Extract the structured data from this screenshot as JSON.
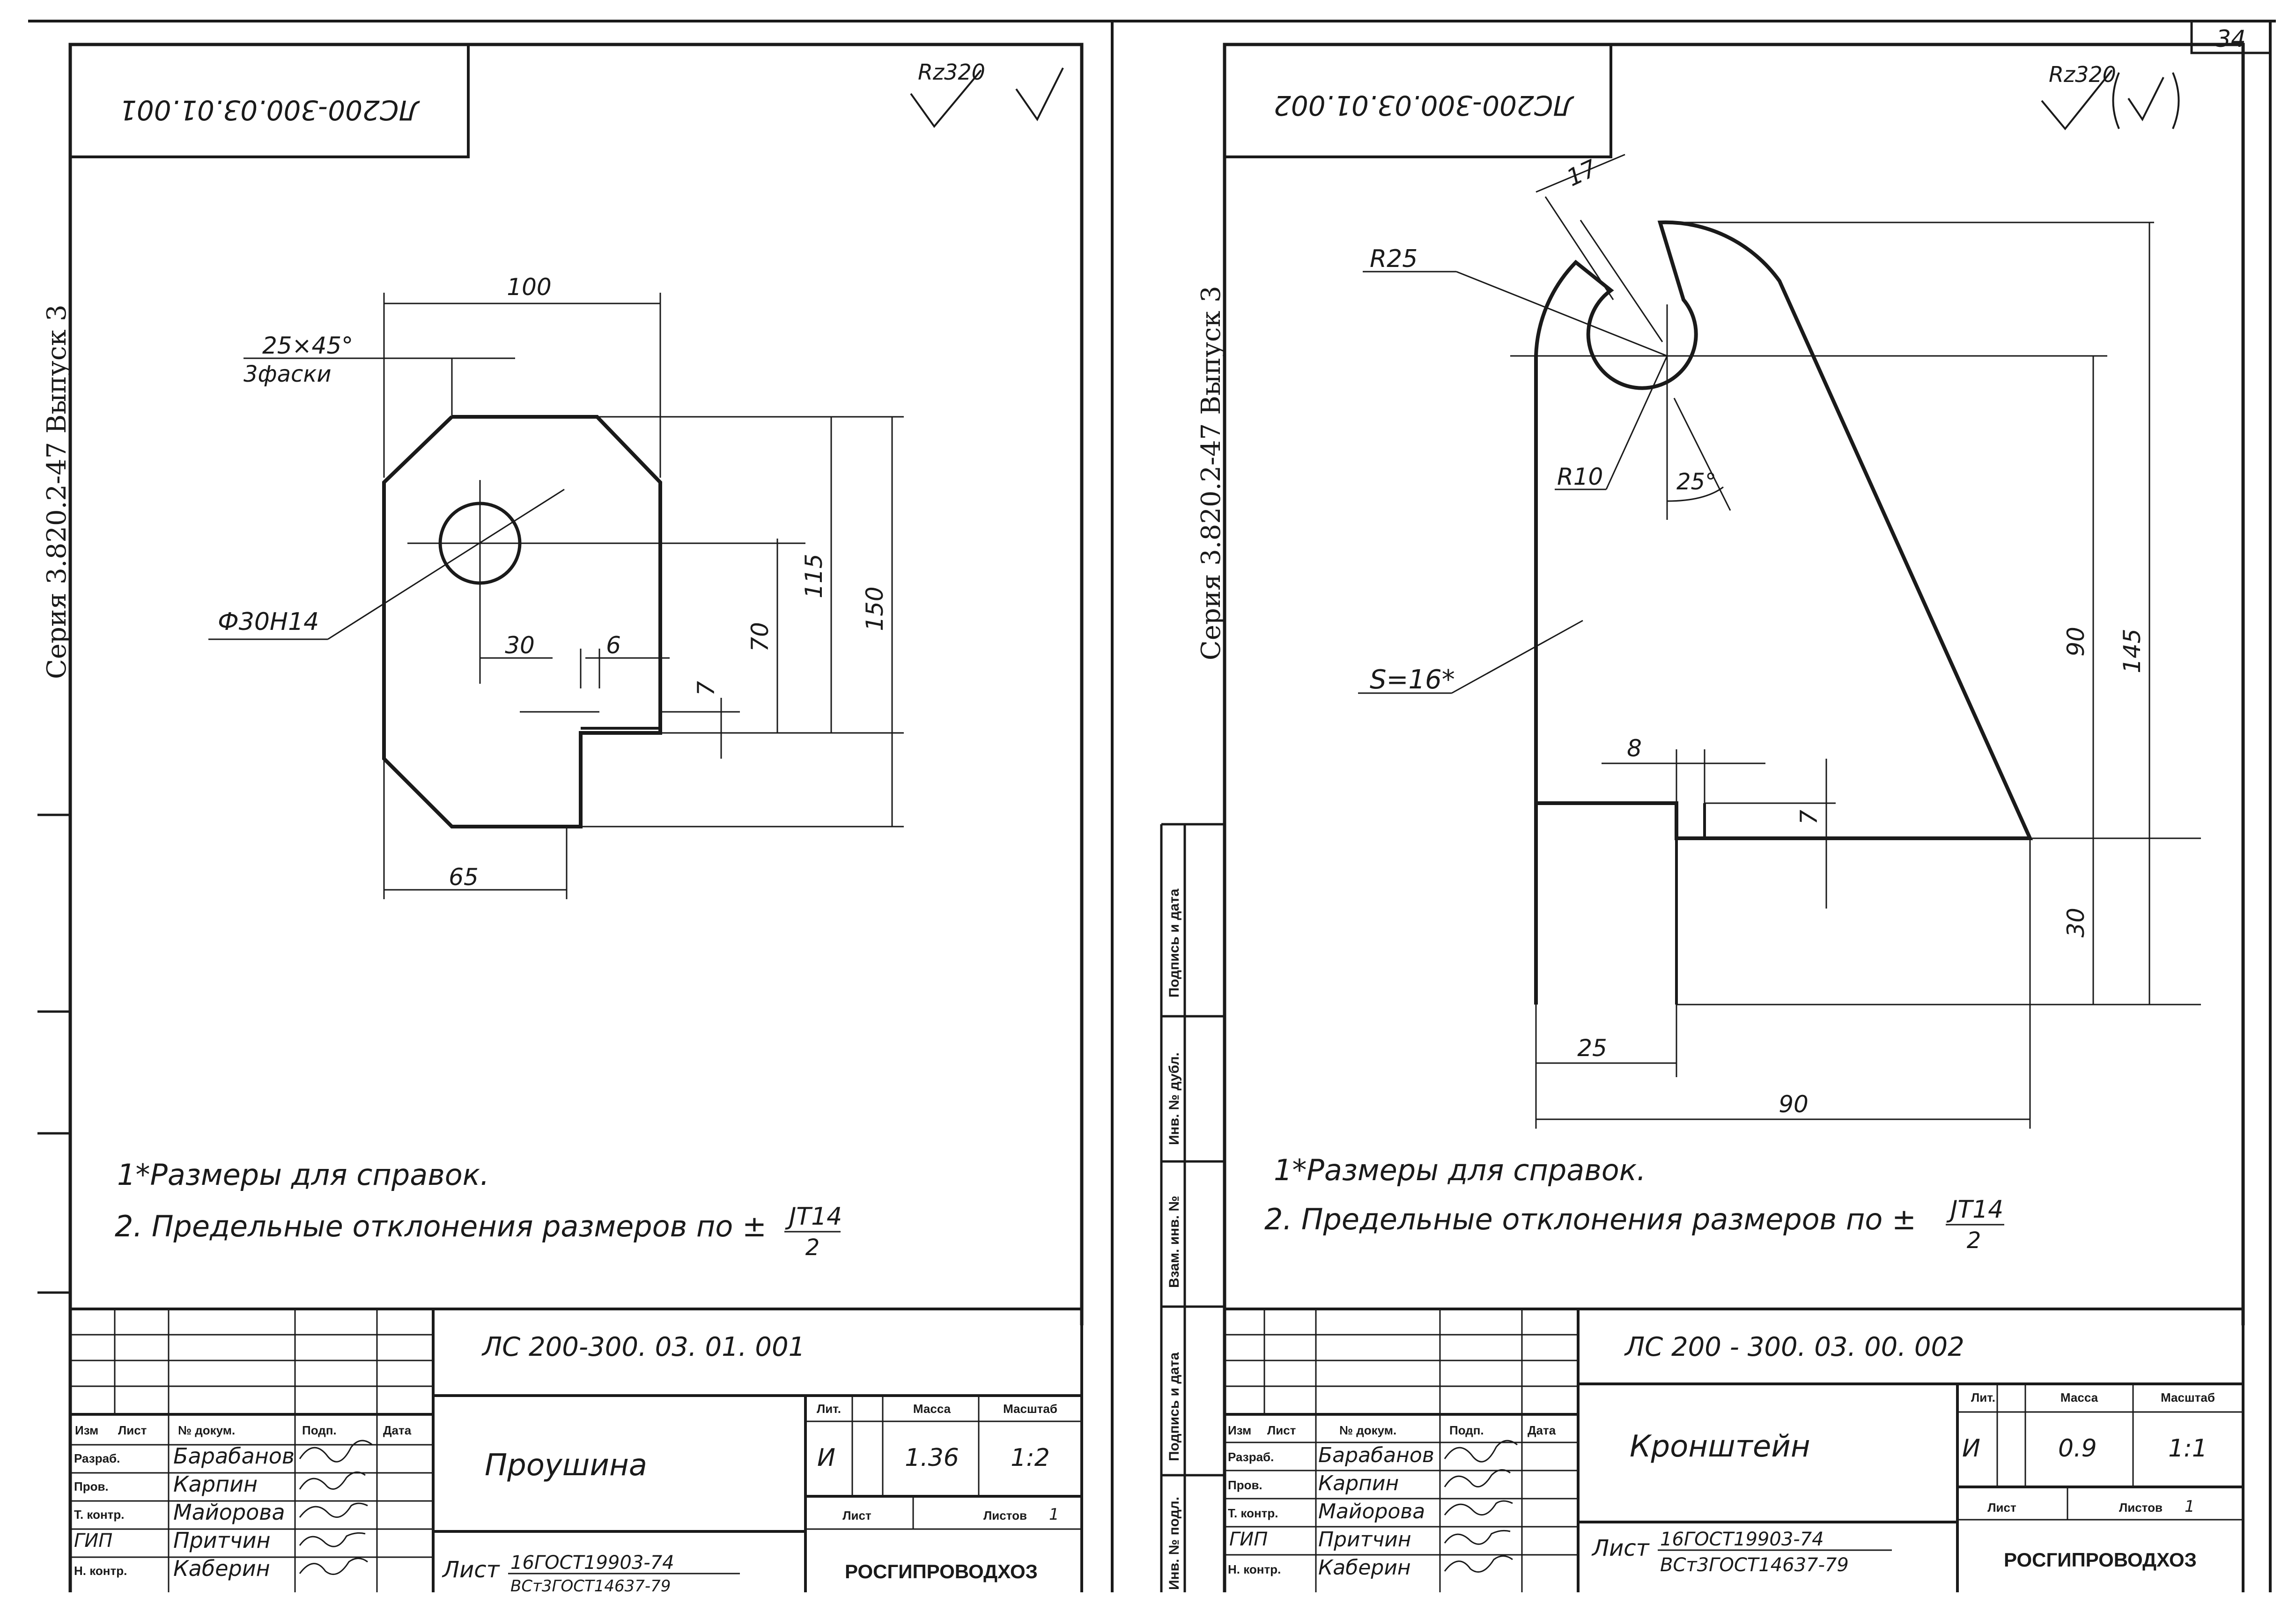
{
  "page_number": "34",
  "side_label": "Серия 3.820.2-47 Выпуск 3",
  "stamp_columns": [
    "Подпись и дата",
    "Инв. № дубл.",
    "Взам. инв. №",
    "Подпись и дата",
    "Инв. № подл."
  ],
  "title_block_headers": {
    "change": "Изм",
    "sheet": "Лист",
    "doc_no": "№ докум.",
    "signature": "Подп.",
    "date": "Дата",
    "lit": "Лит.",
    "mass": "Масса",
    "scale": "Масштаб",
    "list": "Лист",
    "sheets": "Листов"
  },
  "roles": [
    "Разраб.",
    "Пров.",
    "Т. контр.",
    "ГИП",
    "Н. контр."
  ],
  "notes": {
    "note1": "1*Размеры для справок.",
    "note2_prefix": "2. Предельные отклонения размеров по ±",
    "it_num": "JT14",
    "it_den": "2"
  },
  "organization": "РОСГИПРОВОДХОЗ",
  "drawings": [
    {
      "code": "ЛС 200-300. 03. 01. 001",
      "code_rotated": "ЛС200-300.03.01.001",
      "roughness": "Rz320",
      "name": "Проушина",
      "lit": "И",
      "mass": "1.36",
      "scale": "1:2",
      "sheets_total": "1",
      "material_label": "Лист",
      "material_fraction": "16ГОСТ19903-74",
      "material_steel": "ВСт3ГОСТ14637-79",
      "people": [
        "Барабанов",
        "Карпин",
        "Майорова",
        "Притчин",
        "Каберин"
      ],
      "dims": {
        "width_top": "100",
        "chamfer": "25×45°",
        "chamfer_count": "3фаски",
        "hole": "Ф30Н14",
        "offset_30": "30",
        "slot_6": "6",
        "slot_7": "7",
        "h70": "70",
        "h115": "115",
        "h150": "150",
        "w65": "65"
      }
    },
    {
      "code": "ЛС 200 - 300. 03. 00. 002",
      "code_rotated": "ЛС200-300.03.01.002",
      "roughness": "Rz320",
      "name": "Кронштейн",
      "lit": "И",
      "mass": "0.9",
      "scale": "1:1",
      "sheets_total": "1",
      "material_label": "Лист",
      "material_fraction": "16ГОСТ19903-74",
      "material_steel": "ВСт3ГОСТ14637-79",
      "people": [
        "Барабанов",
        "Карпин",
        "Майорова",
        "Притчин",
        "Каберин"
      ],
      "dims": {
        "w17": "17",
        "r25": "R25",
        "r10": "R10",
        "angle25": "25°",
        "thickness": "S=16*",
        "w8": "8",
        "h7": "7",
        "h90": "90",
        "h145": "145",
        "h30": "30",
        "w25": "25",
        "w90": "90"
      }
    }
  ]
}
